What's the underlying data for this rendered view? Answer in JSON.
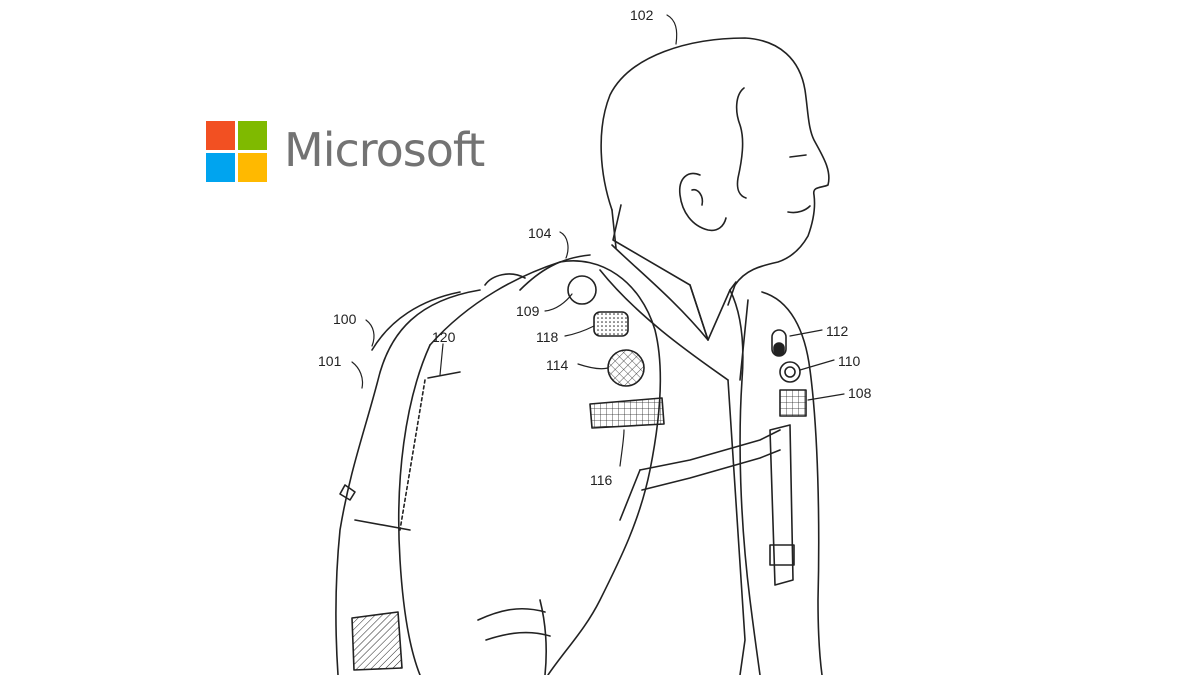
{
  "brand": {
    "name": "Microsoft",
    "logo_colors": [
      "#f25022",
      "#7fba00",
      "#00a4ef",
      "#ffb900"
    ],
    "text_color": "#737373"
  },
  "figure": {
    "line_color": "#222222",
    "reference_numerals": {
      "person": "102",
      "shoulder_strap": "104",
      "backpack": "100",
      "backpack_body": "101",
      "sensor_109": "109",
      "sensor_118": "118",
      "sensor_114": "114",
      "chest_strap_band": "116",
      "inner_compartment": "120",
      "device_112": "112",
      "device_110": "110",
      "device_108": "108"
    }
  }
}
